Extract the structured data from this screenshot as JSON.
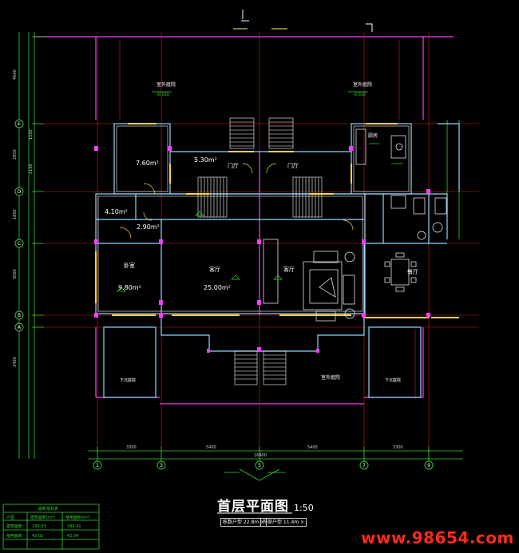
{
  "drawing": {
    "title": "首层平面图",
    "scale": "1:50",
    "watermark": "www.98654.com",
    "info_left": "栋数户型 22.8m  ×",
    "info_right": "外部户型 11.4m  ×"
  },
  "rooms": [
    {
      "id": "yard-top-left",
      "label": "室外庭院",
      "sub": "-0.020"
    },
    {
      "id": "yard-top-right",
      "label": "室外庭院",
      "sub": "-0.020"
    },
    {
      "id": "room-a",
      "label": "7.60m²"
    },
    {
      "id": "hall-top",
      "label": "5.30m²"
    },
    {
      "id": "door-left",
      "label": "门厅"
    },
    {
      "id": "door-right",
      "label": "门厅"
    },
    {
      "id": "room-b",
      "label": "4.10m²"
    },
    {
      "id": "room-c",
      "label": "2.90m²"
    },
    {
      "id": "bedroom",
      "label": "卧室",
      "sub": "9.80m²"
    },
    {
      "id": "living-left",
      "label": "客厅",
      "sub": "25.00m²"
    },
    {
      "id": "living-right",
      "label": "客厅"
    },
    {
      "id": "dining",
      "label": "餐厅"
    },
    {
      "id": "kitchen",
      "label": "厨房"
    },
    {
      "id": "yard-bottom",
      "label": "室外庭院"
    },
    {
      "id": "garage-left",
      "label": "下沉庭院"
    },
    {
      "id": "garage-right",
      "label": "下沉庭院"
    }
  ],
  "axes": {
    "left": [
      "E",
      "D",
      "C",
      "B",
      "A"
    ],
    "bottom": [
      "1",
      "3",
      "5",
      "7",
      "9"
    ]
  },
  "dims_bottom": [
    "3300",
    "5400",
    "5400",
    "3300"
  ],
  "legend_table": {
    "title": "面积指标表",
    "header": [
      "户型",
      "建筑面积",
      "使用面积"
    ],
    "rows": [
      [
        "户型",
        "建筑面积(m²)",
        "使用面积(m²)"
      ],
      [
        "建筑面积",
        "190.33",
        "180.41"
      ],
      [
        "使用面积",
        "43.02",
        "42.34"
      ]
    ]
  }
}
